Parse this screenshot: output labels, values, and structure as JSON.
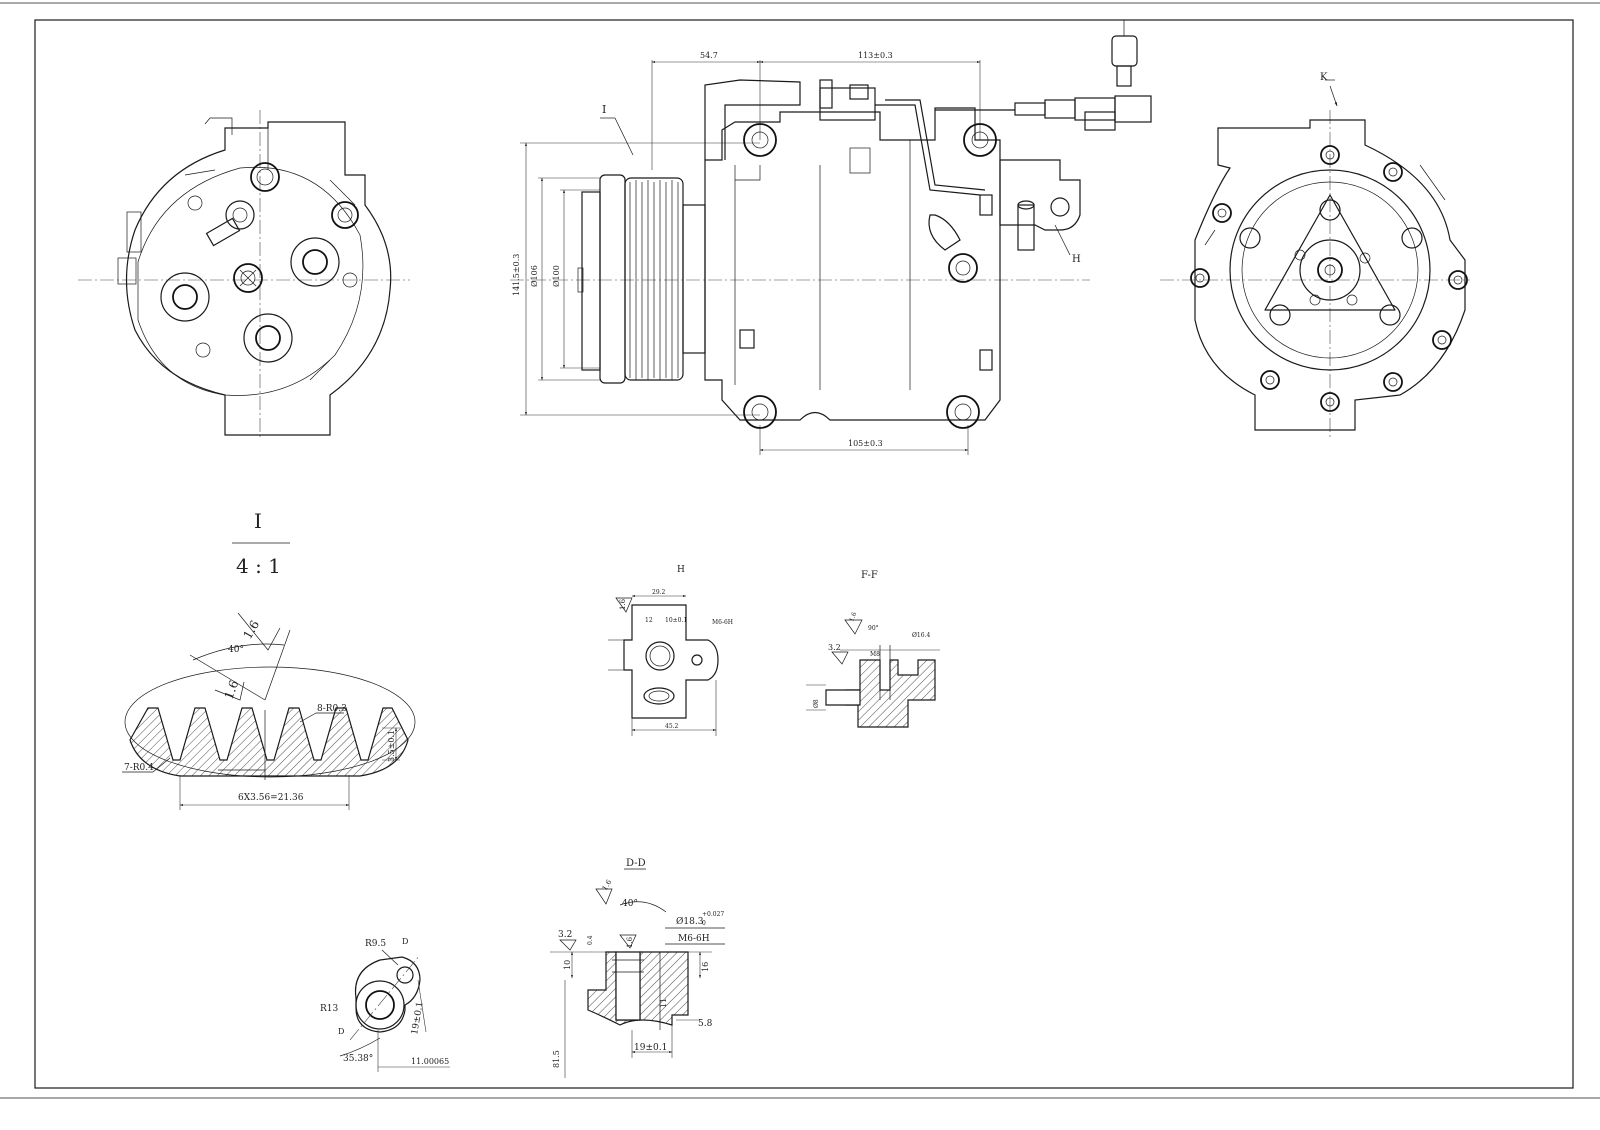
{
  "views": {
    "main": {
      "dim_54_7": "54.7",
      "dim_113": "113±0.3",
      "dim_105": "105±0.3",
      "dim_141": "141.5±0.3",
      "dim_d106": "Ø106",
      "dim_d100": "Ø100",
      "label_I": "I",
      "label_H": "H"
    },
    "rear": {
      "label_K": "K"
    }
  },
  "detail_I": {
    "title": "I",
    "scale": "4 : 1",
    "angle": "40°",
    "rough_top": "1.6",
    "rough_mid": "1.6",
    "radius_top": "8-R0.3",
    "radius_bottom": "7-R0.4",
    "height": "3.5±0.1",
    "pitch": "6X3.56=21.36"
  },
  "section_H": {
    "title": "H",
    "rough": "1.6",
    "dim_top": "29.2",
    "dim_12": "12",
    "dim_10": "10±0.1",
    "thread": "M6-6H",
    "dim_bottom": "45.2"
  },
  "section_FF": {
    "title": "F-F",
    "rough_a": "3.2",
    "rough_b": "1.6",
    "angle": "90°",
    "dim_a": "Ø16.4",
    "dim_b": "M8",
    "dim_c": "Ø8"
  },
  "flange": {
    "r95": "R9.5",
    "r13": "R13",
    "tag_top": "D",
    "tag_side": "D",
    "dim_19": "19±0.1",
    "angle": "35.38°",
    "note": "11.00065"
  },
  "section_DD": {
    "title": "D-D",
    "rough_a": "3.2",
    "rough_b": "1.6",
    "rough_c": "1.6",
    "angle": "40°",
    "bore": "Ø18.3",
    "tol_upper": "+0.027",
    "tol_lower": "0",
    "thread": "M6-6H",
    "dim_10": "10",
    "dim_16": "16",
    "dim_11": "11",
    "dim_58": "5.8",
    "dim_19": "19±0.1",
    "dim_81": "81.5",
    "dim_04": "0.4"
  }
}
